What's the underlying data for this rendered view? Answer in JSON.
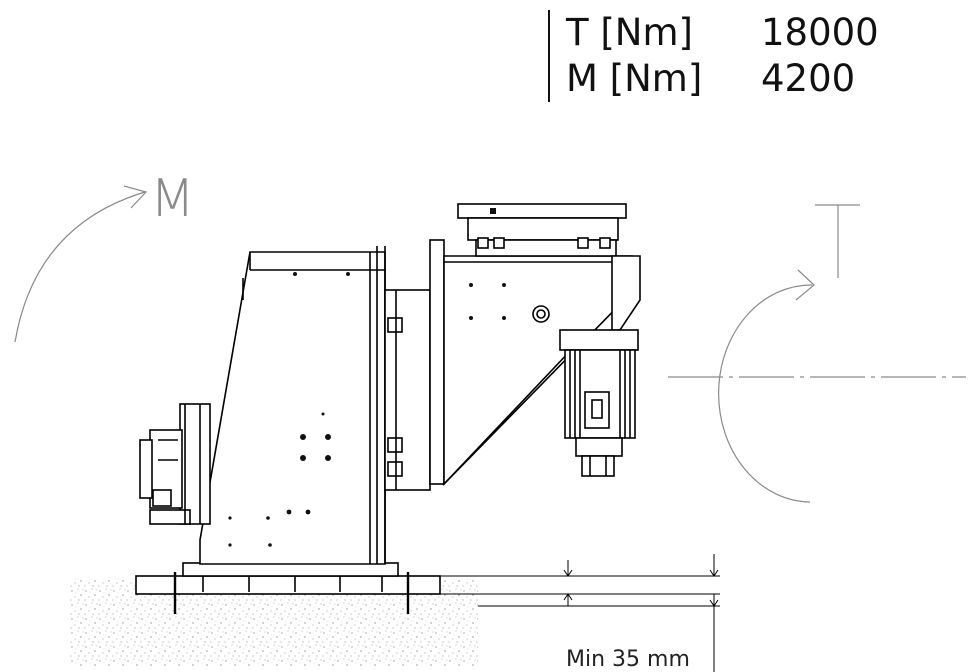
{
  "specs": {
    "rows": [
      {
        "label": "T [Nm]",
        "value": "18000"
      },
      {
        "label": "M [Nm]",
        "value": "4200"
      }
    ]
  },
  "labels": {
    "moment": "M",
    "torque": "T",
    "min_distance": "Min 35 mm"
  }
}
